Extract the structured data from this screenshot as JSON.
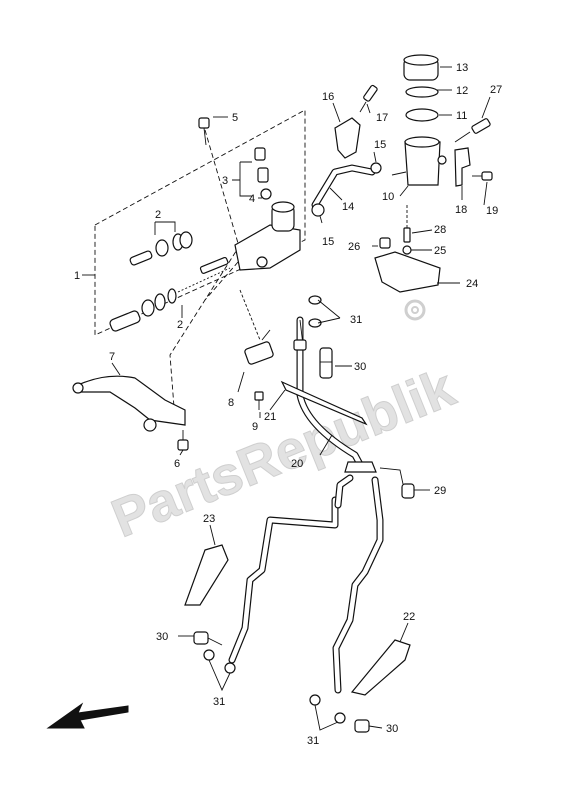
{
  "watermark": "PartsRepublik",
  "colors": {
    "ink": "#111111",
    "paper": "#ffffff",
    "watermark": "#e2e2e2"
  },
  "callouts": [
    {
      "id": "c1",
      "label": "1"
    },
    {
      "id": "c2a",
      "label": "2"
    },
    {
      "id": "c2b",
      "label": "2"
    },
    {
      "id": "c3",
      "label": "3"
    },
    {
      "id": "c4",
      "label": "4"
    },
    {
      "id": "c5",
      "label": "5"
    },
    {
      "id": "c6",
      "label": "6"
    },
    {
      "id": "c7",
      "label": "7"
    },
    {
      "id": "c8",
      "label": "8"
    },
    {
      "id": "c9",
      "label": "9"
    },
    {
      "id": "c10",
      "label": "10"
    },
    {
      "id": "c11",
      "label": "11"
    },
    {
      "id": "c12",
      "label": "12"
    },
    {
      "id": "c13",
      "label": "13"
    },
    {
      "id": "c14",
      "label": "14"
    },
    {
      "id": "c15a",
      "label": "15"
    },
    {
      "id": "c15b",
      "label": "15"
    },
    {
      "id": "c16",
      "label": "16"
    },
    {
      "id": "c17",
      "label": "17"
    },
    {
      "id": "c18",
      "label": "18"
    },
    {
      "id": "c19",
      "label": "19"
    },
    {
      "id": "c20",
      "label": "20"
    },
    {
      "id": "c21",
      "label": "21"
    },
    {
      "id": "c22",
      "label": "22"
    },
    {
      "id": "c23",
      "label": "23"
    },
    {
      "id": "c24",
      "label": "24"
    },
    {
      "id": "c25",
      "label": "25"
    },
    {
      "id": "c26",
      "label": "26"
    },
    {
      "id": "c27",
      "label": "27"
    },
    {
      "id": "c28",
      "label": "28"
    },
    {
      "id": "c29",
      "label": "29"
    },
    {
      "id": "c30a",
      "label": "30"
    },
    {
      "id": "c30b",
      "label": "30"
    },
    {
      "id": "c30c",
      "label": "30"
    },
    {
      "id": "c31a",
      "label": "31"
    },
    {
      "id": "c31b",
      "label": "31"
    },
    {
      "id": "c31c",
      "label": "31"
    }
  ]
}
